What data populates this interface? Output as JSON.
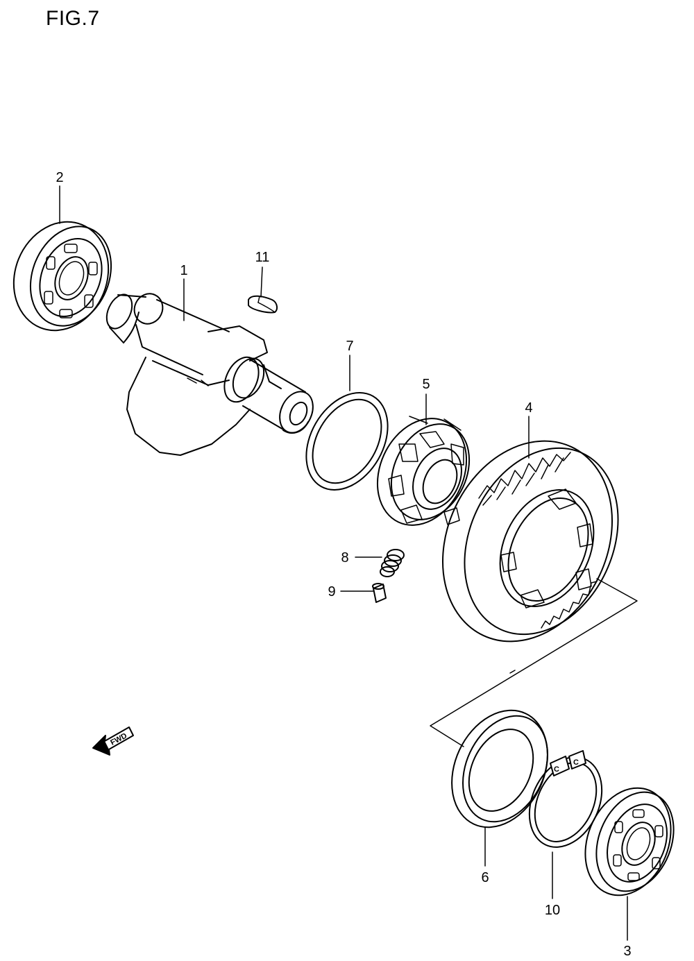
{
  "figure": {
    "title": "FIG.7"
  },
  "callouts": [
    {
      "id": "1",
      "label": "1"
    },
    {
      "id": "2",
      "label": "2"
    },
    {
      "id": "3",
      "label": "3"
    },
    {
      "id": "4",
      "label": "4"
    },
    {
      "id": "5",
      "label": "5"
    },
    {
      "id": "6",
      "label": "6"
    },
    {
      "id": "7",
      "label": "7"
    },
    {
      "id": "8",
      "label": "8"
    },
    {
      "id": "9",
      "label": "9"
    },
    {
      "id": "10",
      "label": "10"
    },
    {
      "id": "11",
      "label": "11"
    }
  ],
  "direction_marker": {
    "text": "FWD",
    "icon": "fwd-arrow-icon"
  }
}
